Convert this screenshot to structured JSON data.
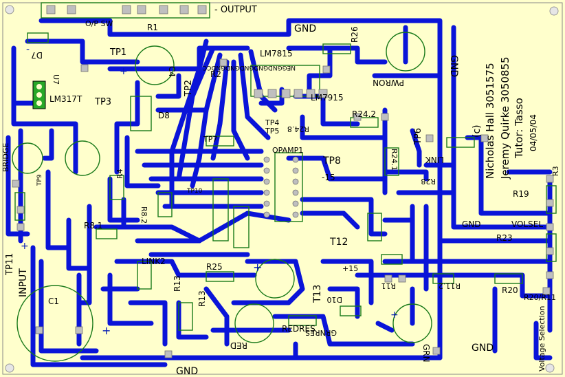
{
  "board": {
    "background": "#ffffcc",
    "trace_color": "#0a14d8",
    "silkscreen_color": "#1a7a1a",
    "pad_color": "#bfbfbf"
  },
  "labels": {
    "output": "- OUTPUT",
    "op_sw": "O/P SW",
    "gnd_top": "GND",
    "gnd_right": "GND",
    "gnd_bottom_mid": "GND",
    "gnd_bottom_right": "GND",
    "gnd_mid_right": "GND",
    "r26": "R26",
    "lm7815": "LM7815",
    "lm7915": "LM7915",
    "pwron": "PWRON",
    "lm317t": "LM317T",
    "u7": "U7",
    "d7": "D7",
    "tp1": "TP1",
    "tp2": "TP2",
    "tp3": "TP3",
    "tp4": "TP4",
    "tp5": "TP5",
    "tp6": "TP6",
    "tp7": "TP7",
    "tp8": "TP8",
    "tp9": "TP9",
    "tp10": "TP10",
    "tp11": "TP11",
    "d8": "D8",
    "c4": "C4",
    "r1": "R1",
    "r2": "R2",
    "r24_2": "R24.2",
    "r24_1": "R24.1",
    "r24_8": "R24.8",
    "link": "LINK",
    "link2": "LINK2",
    "minus15": "-15",
    "plus15": "+15",
    "bridge": "BRIDGE",
    "input": "INPUT",
    "c1": "C1",
    "r3": "R3",
    "r4": "R4",
    "r8_1": "R8.1",
    "r8_2": "R8.2",
    "r13": "R13",
    "r13b": "R13",
    "r19": "R19",
    "r20": "R20",
    "r20_r11": "R20/R11",
    "r23": "R23",
    "r11_2": "R11.2",
    "r11": "R11",
    "r25": "R25",
    "r28": "R28",
    "t12": "T12",
    "t13": "T13",
    "volsel": "VOLSEL",
    "redres": "REDRES",
    "grnres": "GRNRES",
    "red": "RED",
    "grn": "GRN",
    "d10": "D10",
    "opamp": "OPAMP1",
    "c_copy": "(c)",
    "author1": "Nicholas Hall  3051575",
    "author2": "Jeremy Quirke  3050855",
    "tutor": "Tutor: Tasso",
    "date": "04/05/04",
    "voltage_selection": "Voltage Selection",
    "neg_pad_label": "NEGGNDGNDGNDGNDGNDCC",
    "plus": "+",
    "minus": "-"
  }
}
